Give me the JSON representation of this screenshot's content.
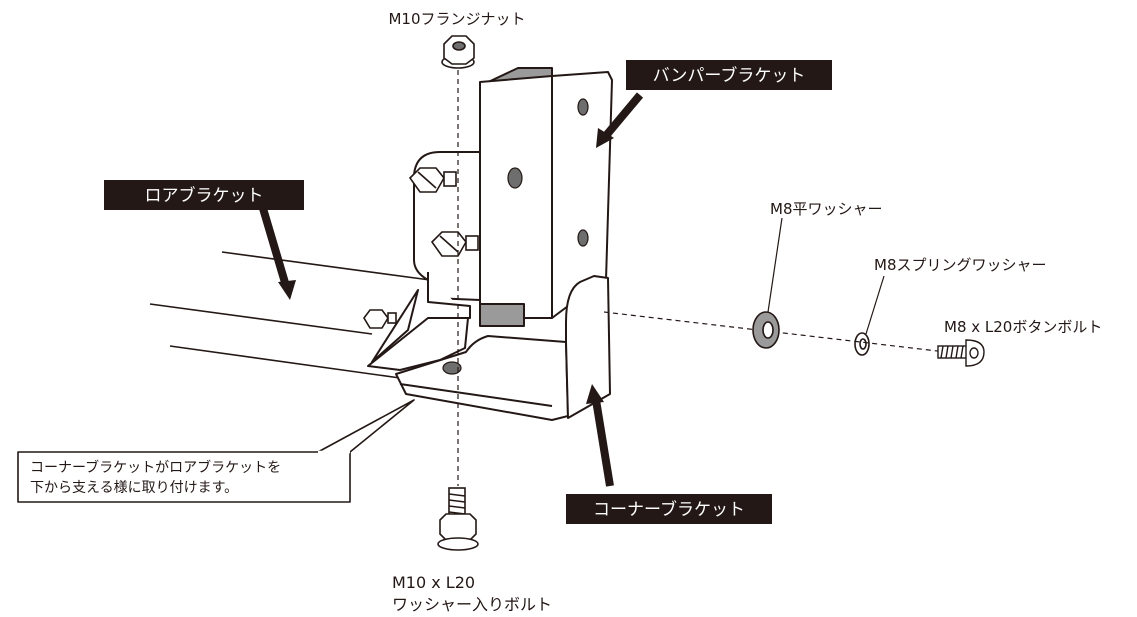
{
  "labels": {
    "flange_nut": "M10フランジナット",
    "bumper_bracket": "バンパーブラケット",
    "lower_bracket": "ロアブラケット",
    "m8_flat_washer": "M8平ワッシャー",
    "m8_spring_washer": "M8スプリングワッシャー",
    "m8_button_bolt": "M8 x L20ボタンボルト",
    "corner_bracket": "コーナーブラケット",
    "m10_bolt_line1": "M10 x L20",
    "m10_bolt_line2": "ワッシャー入りボルト"
  },
  "callout": {
    "line1": "コーナーブラケットがロアブラケットを",
    "line2": "下から支える様に取り付けます。"
  },
  "colors": {
    "label_box": "#231815",
    "label_text": "#ffffff",
    "line": "#231815",
    "part_fill": "#ffffff",
    "hole_fill": "#6e6e6e",
    "shade_fill": "#9a9a9a"
  }
}
